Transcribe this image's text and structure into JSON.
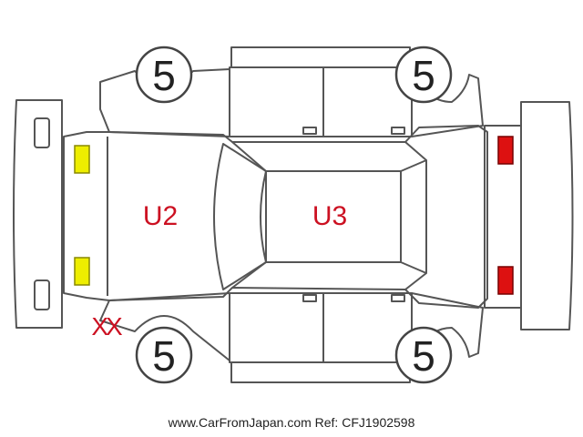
{
  "tires": {
    "front_left": "5",
    "front_right": "5",
    "rear_left": "5",
    "rear_right": "5"
  },
  "damage": {
    "hood": "U2",
    "roof": "U3",
    "front_corner": "XX"
  },
  "footer": "www.CarFromJapan.com Ref: CFJ1902598",
  "colors": {
    "outline": "#555555",
    "damage": "#cc1122",
    "headlight": "#eeee00",
    "taillight": "#dd1111"
  }
}
